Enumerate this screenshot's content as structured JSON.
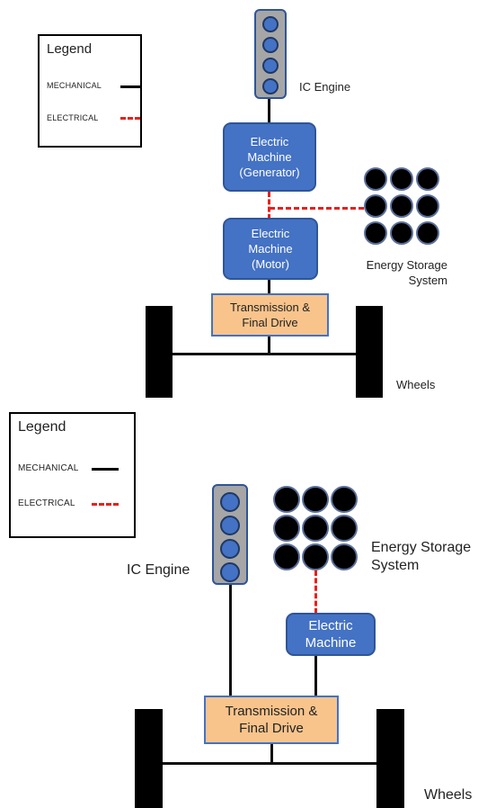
{
  "series_hybrid": {
    "legend": {
      "title": "Legend",
      "mechanical": "MECHANICAL",
      "electrical": "ELECTRICAL"
    },
    "ic_engine_label": "IC Engine",
    "generator_label": "Electric\nMachine\n(Generator)",
    "motor_label": "Electric\nMachine\n(Motor)",
    "transmission_label": "Transmission &\nFinal Drive",
    "energy_storage_label": "Energy Storage\nSystem",
    "wheels_label": "Wheels"
  },
  "parallel_hybrid": {
    "legend": {
      "title": "Legend",
      "mechanical": "MECHANICAL",
      "electrical": "ELECTRICAL"
    },
    "ic_engine_label": "IC Engine",
    "electric_machine_label": "Electric\nMachine",
    "transmission_label": "Transmission &\nFinal Drive",
    "energy_storage_label": "Energy Storage\nSystem",
    "wheels_label": "Wheels"
  },
  "colors": {
    "mechanical": "#000000",
    "electrical": "#e8201b",
    "electric_machine": "#4472c4",
    "transmission": "#f8c48c",
    "engine_block": "#a6a6a6",
    "battery_cell": "#000000"
  }
}
